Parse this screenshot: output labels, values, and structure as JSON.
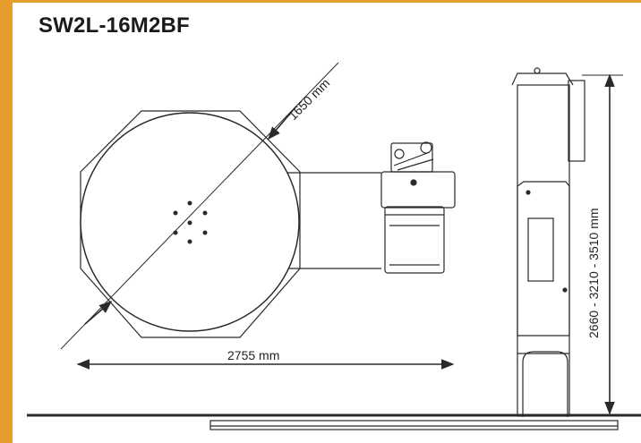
{
  "title": "SW2L-16M2BF",
  "dimensions": {
    "diameter": "1650 mm",
    "length": "2755 mm",
    "height": "2660 - 3210 - 3510 mm"
  },
  "colors": {
    "frame": "#e59d2b",
    "line": "#2a2a2a"
  }
}
